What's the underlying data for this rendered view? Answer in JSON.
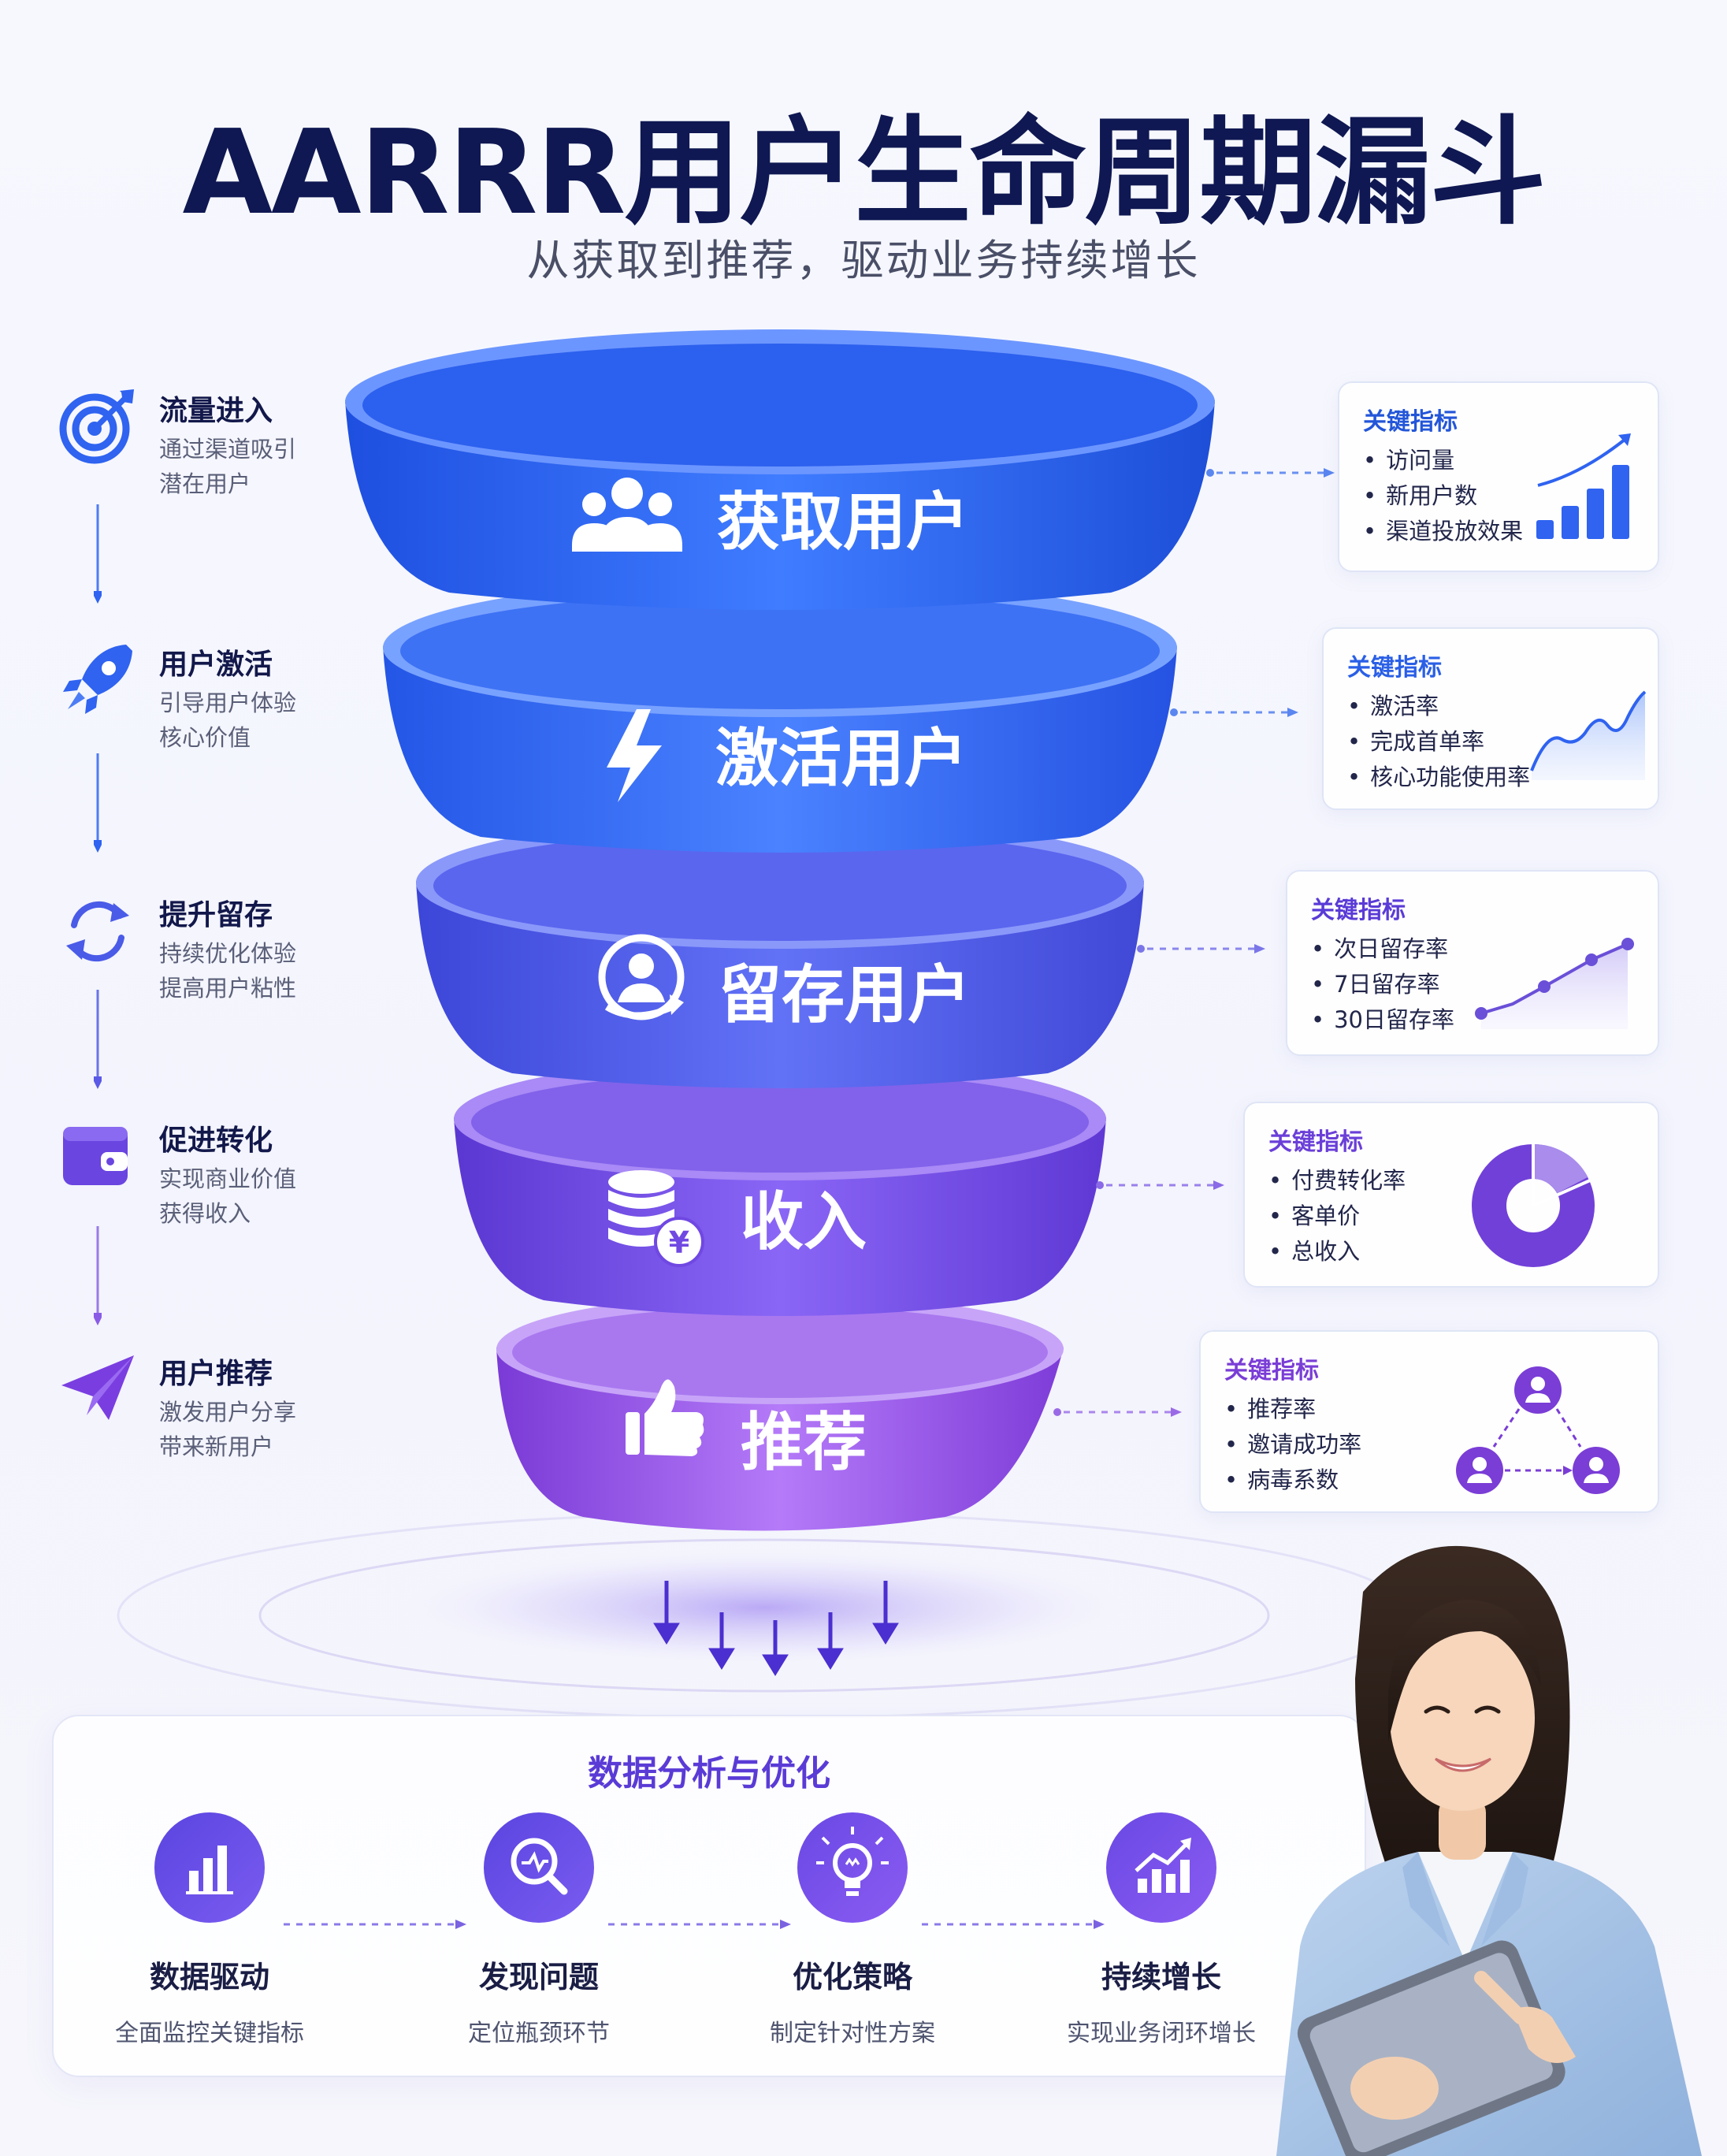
{
  "header": {
    "title": "AARRR用户生命周期漏斗",
    "subtitle": "从获取到推荐，驱动业务持续增长"
  },
  "steps": [
    {
      "name": "流量进入",
      "desc": [
        "通过渠道吸引",
        "潜在用户"
      ],
      "icon": "target-arrow-icon"
    },
    {
      "name": "用户激活",
      "desc": [
        "引导用户体验",
        "核心价值"
      ],
      "icon": "rocket-icon"
    },
    {
      "name": "提升留存",
      "desc": [
        "持续优化体验",
        "提高用户粘性"
      ],
      "icon": "refresh-cycle-icon"
    },
    {
      "name": "促进转化",
      "desc": [
        "实现商业价值",
        "获得收入"
      ],
      "icon": "wallet-icon"
    },
    {
      "name": "用户推荐",
      "desc": [
        "激发用户分享",
        "带来新用户"
      ],
      "icon": "paper-plane-icon"
    }
  ],
  "funnel": [
    {
      "label": "获取用户",
      "icon": "users-group-icon",
      "color": "#2f63f0"
    },
    {
      "label": "激活用户",
      "icon": "lightning-icon",
      "color": "#3a66f2"
    },
    {
      "label": "留存用户",
      "icon": "user-retention-icon",
      "color": "#4f57e8"
    },
    {
      "label": "收入",
      "icon": "coins-yuan-icon",
      "color": "#7048e2"
    },
    {
      "label": "推荐",
      "icon": "thumbs-up-icon",
      "color": "#8a4ce6"
    }
  ],
  "metrics": [
    {
      "title": "关键指标",
      "items": [
        "访问量",
        "新用户数",
        "渠道投放效果"
      ],
      "chart": "bar-trend-up",
      "color": "#2a5fe6"
    },
    {
      "title": "关键指标",
      "items": [
        "激活率",
        "完成首单率",
        "核心功能使用率"
      ],
      "chart": "area-wave",
      "color": "#2f6be8"
    },
    {
      "title": "关键指标",
      "items": [
        "次日留存率",
        "7日留存率",
        "30日留存率"
      ],
      "chart": "line-points-up",
      "color": "#6a4fd8"
    },
    {
      "title": "关键指标",
      "items": [
        "付费转化率",
        "客单价",
        "总收入"
      ],
      "chart": "donut",
      "color": "#7140d8"
    },
    {
      "title": "关键指标",
      "items": [
        "推荐率",
        "邀请成功率",
        "病毒系数"
      ],
      "chart": "referral-network",
      "color": "#7a3dd6"
    }
  ],
  "panel": {
    "title": "数据分析与优化",
    "steps": [
      {
        "name": "数据驱动",
        "desc": "全面监控关键指标",
        "icon": "bar-chart-icon"
      },
      {
        "name": "发现问题",
        "desc": "定位瓶颈环节",
        "icon": "magnifier-analysis-icon"
      },
      {
        "name": "优化策略",
        "desc": "制定针对性方案",
        "icon": "lightbulb-icon"
      },
      {
        "name": "持续增长",
        "desc": "实现业务闭环增长",
        "icon": "growth-chart-icon"
      }
    ]
  },
  "colors": {
    "title": "#0f1852",
    "accent_blue": "#2f63f0",
    "accent_purple": "#7b3ee0"
  }
}
